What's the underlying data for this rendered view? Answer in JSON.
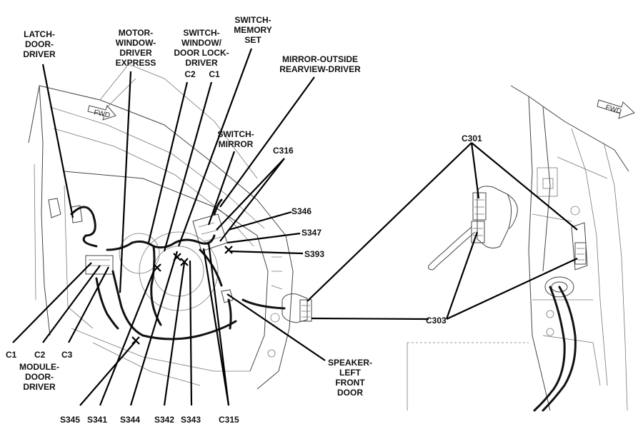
{
  "fwd_label": "FWD",
  "labels": {
    "latch": [
      "LATCH-",
      "DOOR-",
      "DRIVER"
    ],
    "motor": [
      "MOTOR-",
      "WINDOW-",
      "DRIVER",
      "EXPRESS"
    ],
    "switch_window": [
      "SWITCH-",
      "WINDOW/",
      "DOOR LOCK-",
      "DRIVER"
    ],
    "c2_top": "C2",
    "c1_top": "C1",
    "switch_memory": [
      "SWITCH-",
      "MEMORY",
      "SET"
    ],
    "mirror_outside": [
      "MIRROR-OUTSIDE",
      "REARVIEW-DRIVER"
    ],
    "switch_mirror": [
      "SWITCH-",
      "MIRROR"
    ],
    "c316": "C316",
    "s346": "S346",
    "s347": "S347",
    "s393": "S393",
    "c1_bottom": "C1",
    "c2_bottom": "C2",
    "c3_bottom": "C3",
    "module_door": [
      "MODULE-",
      "DOOR-",
      "DRIVER"
    ],
    "s345": "S345",
    "s341": "S341",
    "s344": "S344",
    "s342": "S342",
    "s343": "S343",
    "c315": "C315",
    "speaker": [
      "SPEAKER-",
      "LEFT",
      "FRONT",
      "DOOR"
    ],
    "c301": "C301",
    "c303": "C303"
  }
}
